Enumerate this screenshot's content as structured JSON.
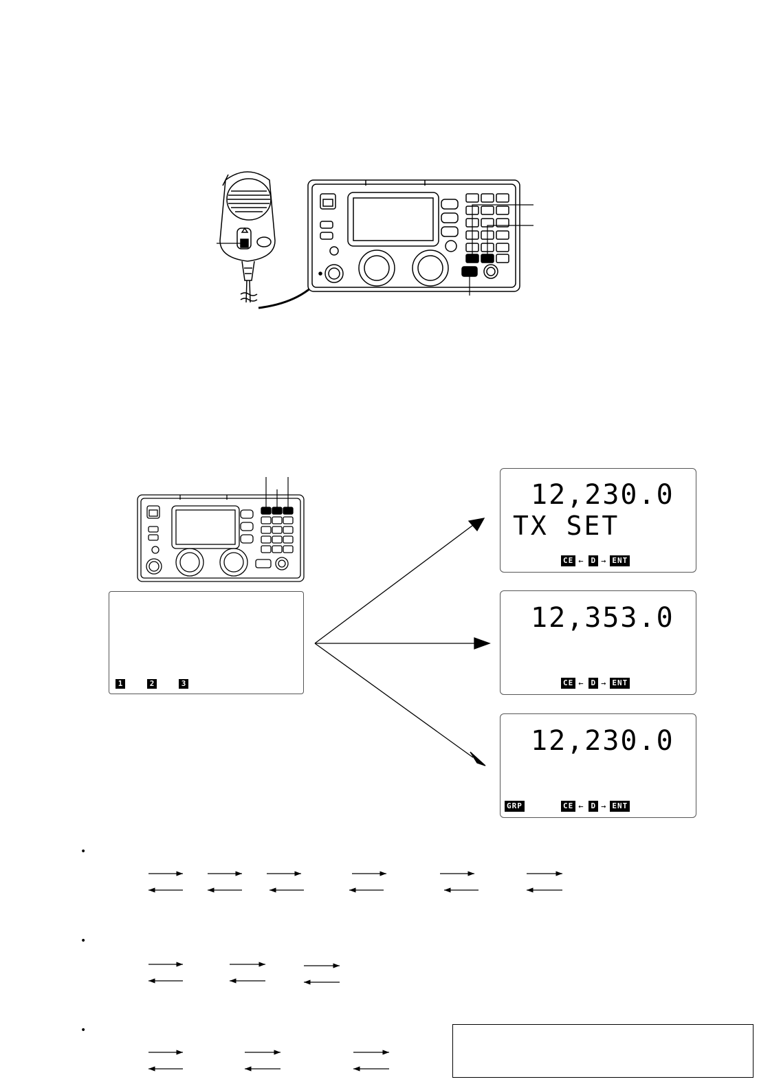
{
  "lcd_top": {
    "frequency": "12,230.0",
    "message": "TX SET"
  },
  "lcd_mid": {
    "frequency": "12,353.0"
  },
  "lcd_bot": {
    "frequency": "12,230.0",
    "left_key": "GRP"
  },
  "softkeys": {
    "ce": "CE",
    "d": "D",
    "ent": "ENT",
    "left_arrow": "←",
    "right_arrow": "→"
  },
  "select_keys": [
    "1",
    "2",
    "3"
  ]
}
